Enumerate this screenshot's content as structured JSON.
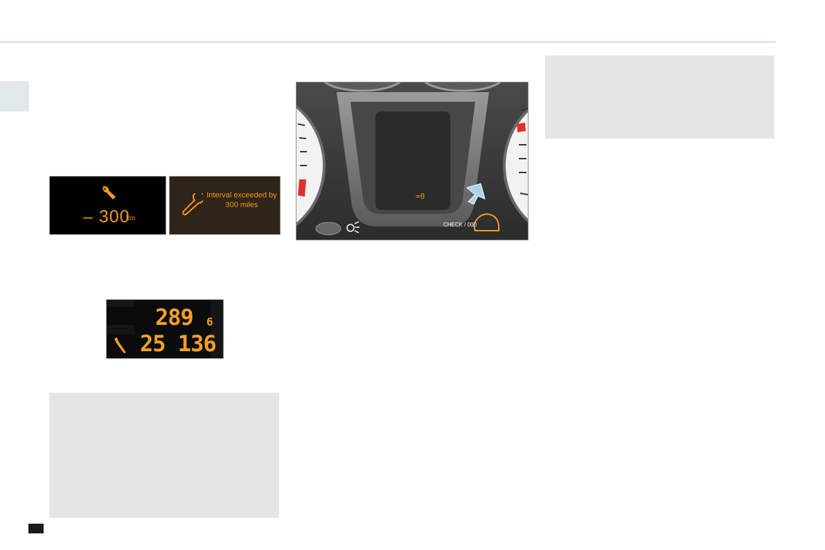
{
  "service_panel_km": {
    "value": "– 300",
    "unit": "km"
  },
  "service_panel_miles": {
    "text": "Interval exceeded by 300 miles"
  },
  "odometer_panel": {
    "trip": "289",
    "trip_decimal": "6",
    "total": "25 136"
  },
  "cluster": {
    "lcd_readout": "=0",
    "button_caption": "CHECK / 000"
  },
  "colors": {
    "display_orange": "#f29a1c",
    "arrow_blue": "#a8d4ea",
    "note_grey": "#e4e5e5"
  },
  "icons": [
    "spanner-icon",
    "spanner-icon",
    "spanner-icon",
    "lighting-icon",
    "arrow-icon"
  ]
}
